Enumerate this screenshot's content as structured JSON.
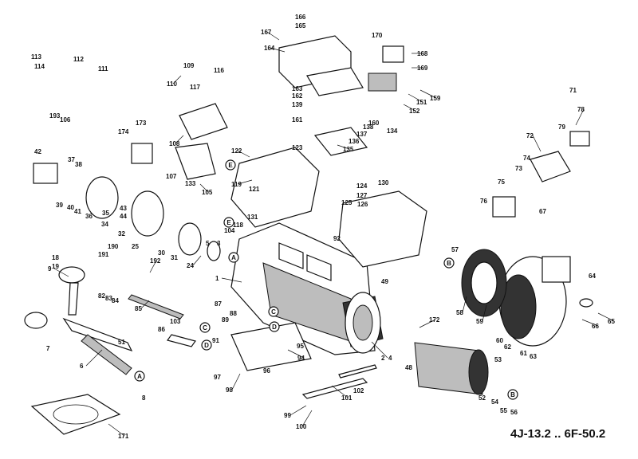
{
  "model_caption": "4J-13.2 .. 6F-50.2",
  "part_numbers": [
    "1",
    "2",
    "3",
    "4",
    "5",
    "6",
    "7",
    "8",
    "9",
    "18",
    "19",
    "24",
    "25",
    "30",
    "31",
    "32",
    "34",
    "35",
    "36",
    "37",
    "38",
    "39",
    "40",
    "41",
    "42",
    "43",
    "44",
    "48",
    "49",
    "51",
    "52",
    "53",
    "54",
    "55",
    "56",
    "57",
    "58",
    "59",
    "60",
    "61",
    "62",
    "63",
    "64",
    "65",
    "66",
    "67",
    "71",
    "72",
    "73",
    "74",
    "75",
    "76",
    "78",
    "79",
    "82",
    "83",
    "84",
    "85",
    "86",
    "87",
    "88",
    "89",
    "91",
    "92",
    "94",
    "95",
    "96",
    "97",
    "98",
    "99",
    "100",
    "101",
    "102",
    "103",
    "104",
    "105",
    "106",
    "107",
    "108",
    "109",
    "110",
    "111",
    "112",
    "113",
    "114",
    "116",
    "117",
    "118",
    "119",
    "121",
    "122",
    "123",
    "124",
    "125",
    "126",
    "127",
    "130",
    "131",
    "133",
    "134",
    "135",
    "136",
    "137",
    "138",
    "139",
    "151",
    "152",
    "159",
    "160",
    "161",
    "162",
    "163",
    "164",
    "165",
    "166",
    "167",
    "168",
    "169",
    "170",
    "171",
    "172",
    "173",
    "174",
    "190",
    "191",
    "192",
    "193"
  ],
  "reference_markers": [
    "A",
    "B",
    "C",
    "D",
    "E"
  ]
}
